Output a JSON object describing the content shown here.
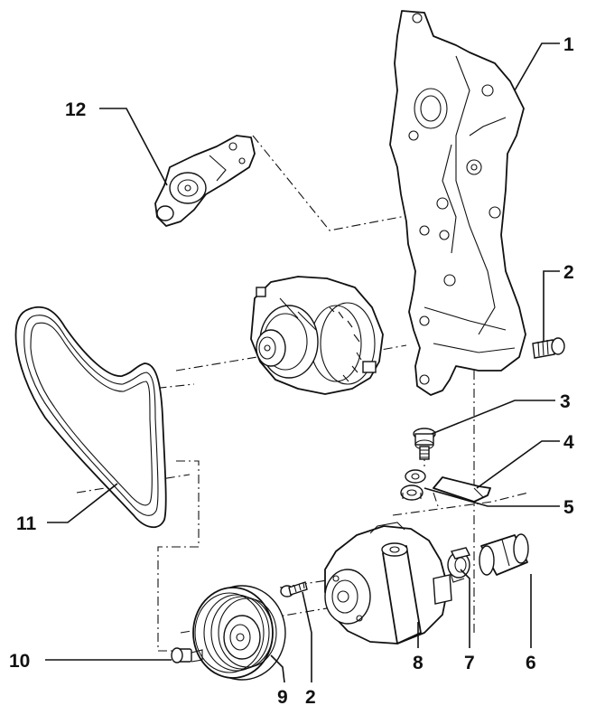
{
  "callouts": {
    "c1": "1",
    "c2a": "2",
    "c2b": "2",
    "c3": "3",
    "c4": "4",
    "c5": "5",
    "c6": "6",
    "c7": "7",
    "c8": "8",
    "c9": "9",
    "c10": "10",
    "c11": "11",
    "c12": "12"
  },
  "colors": {
    "ink": "#111111",
    "paper": "#ffffff"
  }
}
